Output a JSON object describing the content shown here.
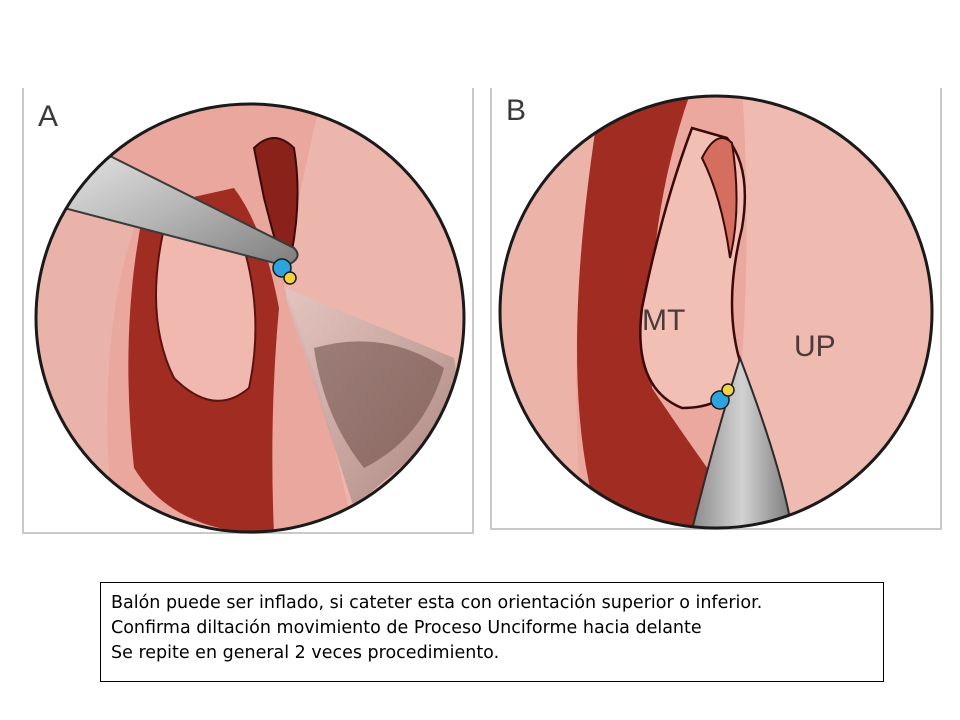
{
  "panels": {
    "a": {
      "letter": "A"
    },
    "b": {
      "letter": "B",
      "labels": {
        "mt": "MT",
        "up": "UP"
      }
    }
  },
  "caption": {
    "lines": [
      "Balón puede ser inflado, si cateter esta con orientación superior o inferior.",
      "Confirma diltación movimiento de Proceso Unciforme hacia delante",
      "Se repite en general 2 veces procedimiento."
    ]
  },
  "colors": {
    "mucosa": "#e8a39a",
    "mucosa_light": "#f1c2b9",
    "deep_red": "#9e2a20",
    "dark_red": "#7a1c14",
    "instrument": "#b9b9b9",
    "catheter_blue": "#2aa3e0",
    "catheter_yellow": "#f4d43a"
  }
}
